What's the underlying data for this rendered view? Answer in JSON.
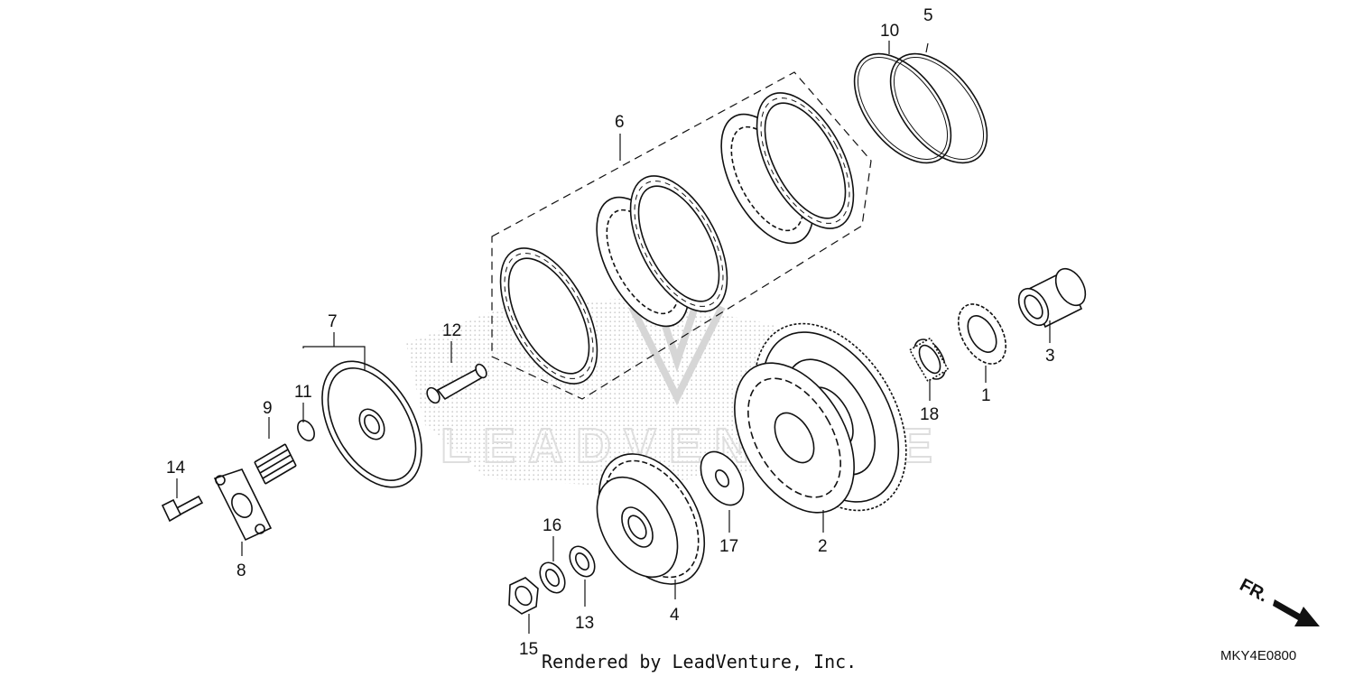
{
  "diagram": {
    "parts": [
      {
        "id": "p1",
        "label": "1"
      },
      {
        "id": "p2",
        "label": "2"
      },
      {
        "id": "p3",
        "label": "3"
      },
      {
        "id": "p4",
        "label": "4"
      },
      {
        "id": "p5",
        "label": "5"
      },
      {
        "id": "p6",
        "label": "6"
      },
      {
        "id": "p7",
        "label": "7"
      },
      {
        "id": "p8",
        "label": "8"
      },
      {
        "id": "p9",
        "label": "9"
      },
      {
        "id": "p10",
        "label": "10"
      },
      {
        "id": "p11",
        "label": "11"
      },
      {
        "id": "p12",
        "label": "12"
      },
      {
        "id": "p13",
        "label": "13"
      },
      {
        "id": "p14",
        "label": "14"
      },
      {
        "id": "p15",
        "label": "15"
      },
      {
        "id": "p16",
        "label": "16"
      },
      {
        "id": "p17",
        "label": "17"
      },
      {
        "id": "p18",
        "label": "18"
      }
    ],
    "credit": "Rendered by LeadVenture, Inc.",
    "diagram_code": "MKY4E0800",
    "direction_label": "FR.",
    "watermark": "LEADVENTURE"
  }
}
